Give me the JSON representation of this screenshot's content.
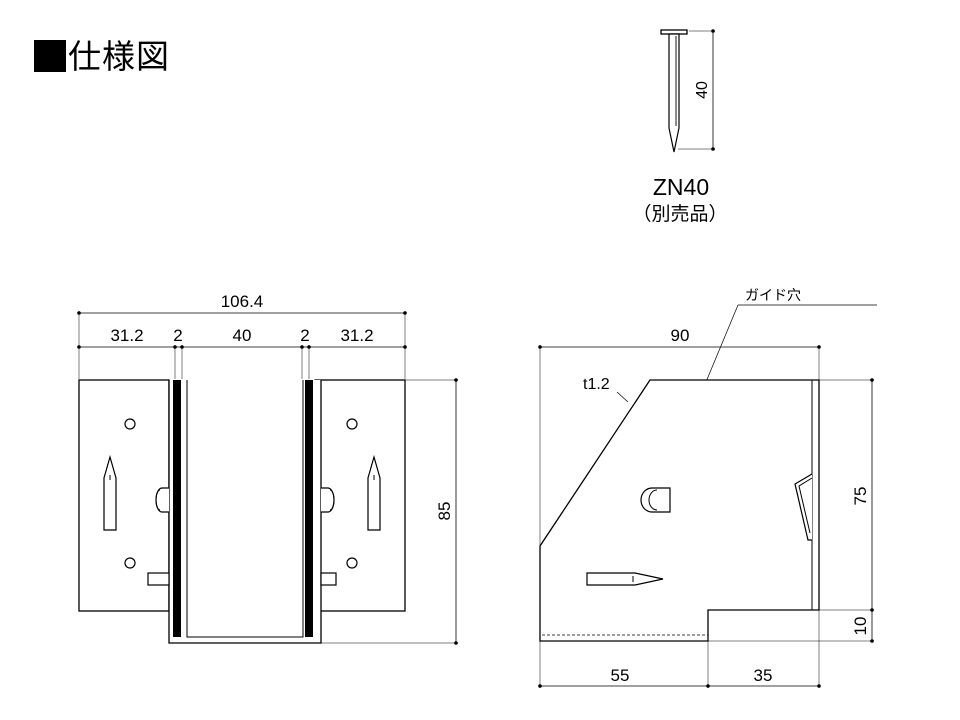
{
  "title": "仕様図",
  "nail": {
    "model": "ZN40",
    "note": "（別売品）",
    "length": "40"
  },
  "front_view": {
    "overall_width": "106.4",
    "segments": [
      "31.2",
      "2",
      "40",
      "2",
      "31.2"
    ],
    "height": "85"
  },
  "side_view": {
    "guide_hole_label": "ガイド穴",
    "thickness_label": "t1.2",
    "top_width": "90",
    "bottom_left": "55",
    "bottom_right": "35",
    "height_upper": "75",
    "height_lower": "10"
  },
  "colors": {
    "line": "#000000",
    "paper": "#ffffff"
  }
}
